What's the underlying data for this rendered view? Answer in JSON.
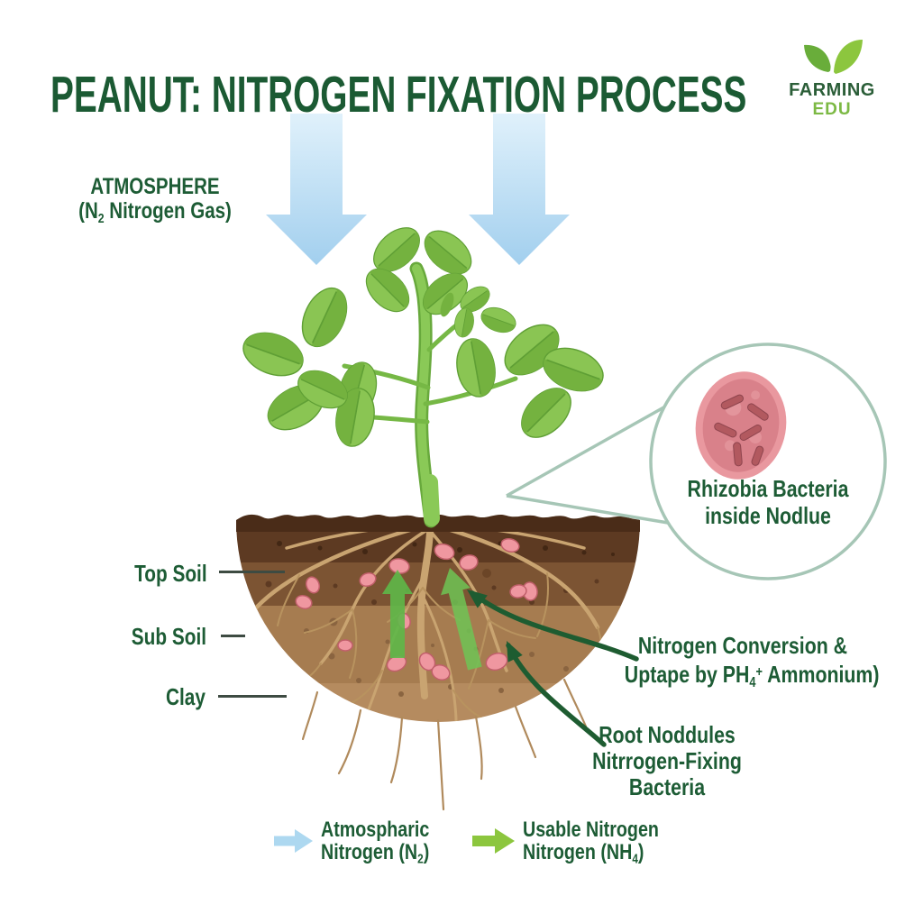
{
  "header": {
    "title": "PEANUT: NITROGEN FIXATION PROCESS"
  },
  "logo": {
    "name": "FARMING",
    "sub": "EDU"
  },
  "atmosphere": {
    "line1": "ATMOSPHERE",
    "line2_pre": "(N",
    "line2_sub": "2",
    "line2_post": " Nitrogen Gas)"
  },
  "callout": {
    "line1": "Rhizobia Bacteria",
    "line2": "inside Nodlue"
  },
  "soil_layers": [
    {
      "label": "Top Soil"
    },
    {
      "label": "Sub Soil"
    },
    {
      "label": "Clay"
    }
  ],
  "annotations": {
    "conversion": {
      "line1": "Nitrogen Conversion &",
      "line2_pre": "Uptape by PH",
      "line2_sub": "4",
      "line2_sup": "+",
      "line2_post": " Ammonium)"
    },
    "nodules": {
      "line1": "Root Noddules",
      "line2": "Nitrrogen-Fixing",
      "line3": "Bacteria"
    }
  },
  "legend": {
    "items": [
      {
        "id": "atmospheric-nitrogen",
        "arrow_color": "#add8f0",
        "line1": "Atmospharic",
        "line2_pre": "Nitrogen (N",
        "line2_sub": "2",
        "line2_post": ")"
      },
      {
        "id": "usable-nitrogen",
        "arrow_color": "#8cc63e",
        "line1": "Usable Nitrogen",
        "line2_pre": "Nitrogen (NH",
        "line2_sub": "4",
        "line2_post": ")"
      }
    ]
  },
  "colors": {
    "title_green": "#1b5a33",
    "label_green": "#1d5c35",
    "logo_light_green": "#7cb944",
    "sky_arrow_blue": "#a8d3ef",
    "leaf_green": "#87c551",
    "stem_green": "#82c24f",
    "soil_dark": "#5d3a22",
    "soil_mid": "#7c5433",
    "soil_light": "#a67c50",
    "root_tan": "#c9a471",
    "nodule_pink": "#ef97a0",
    "magnifier_stroke": "#a6c6b6",
    "pointer_dark_green": "#1e5c31",
    "soil_up_arrow_green": "#5fb849"
  }
}
